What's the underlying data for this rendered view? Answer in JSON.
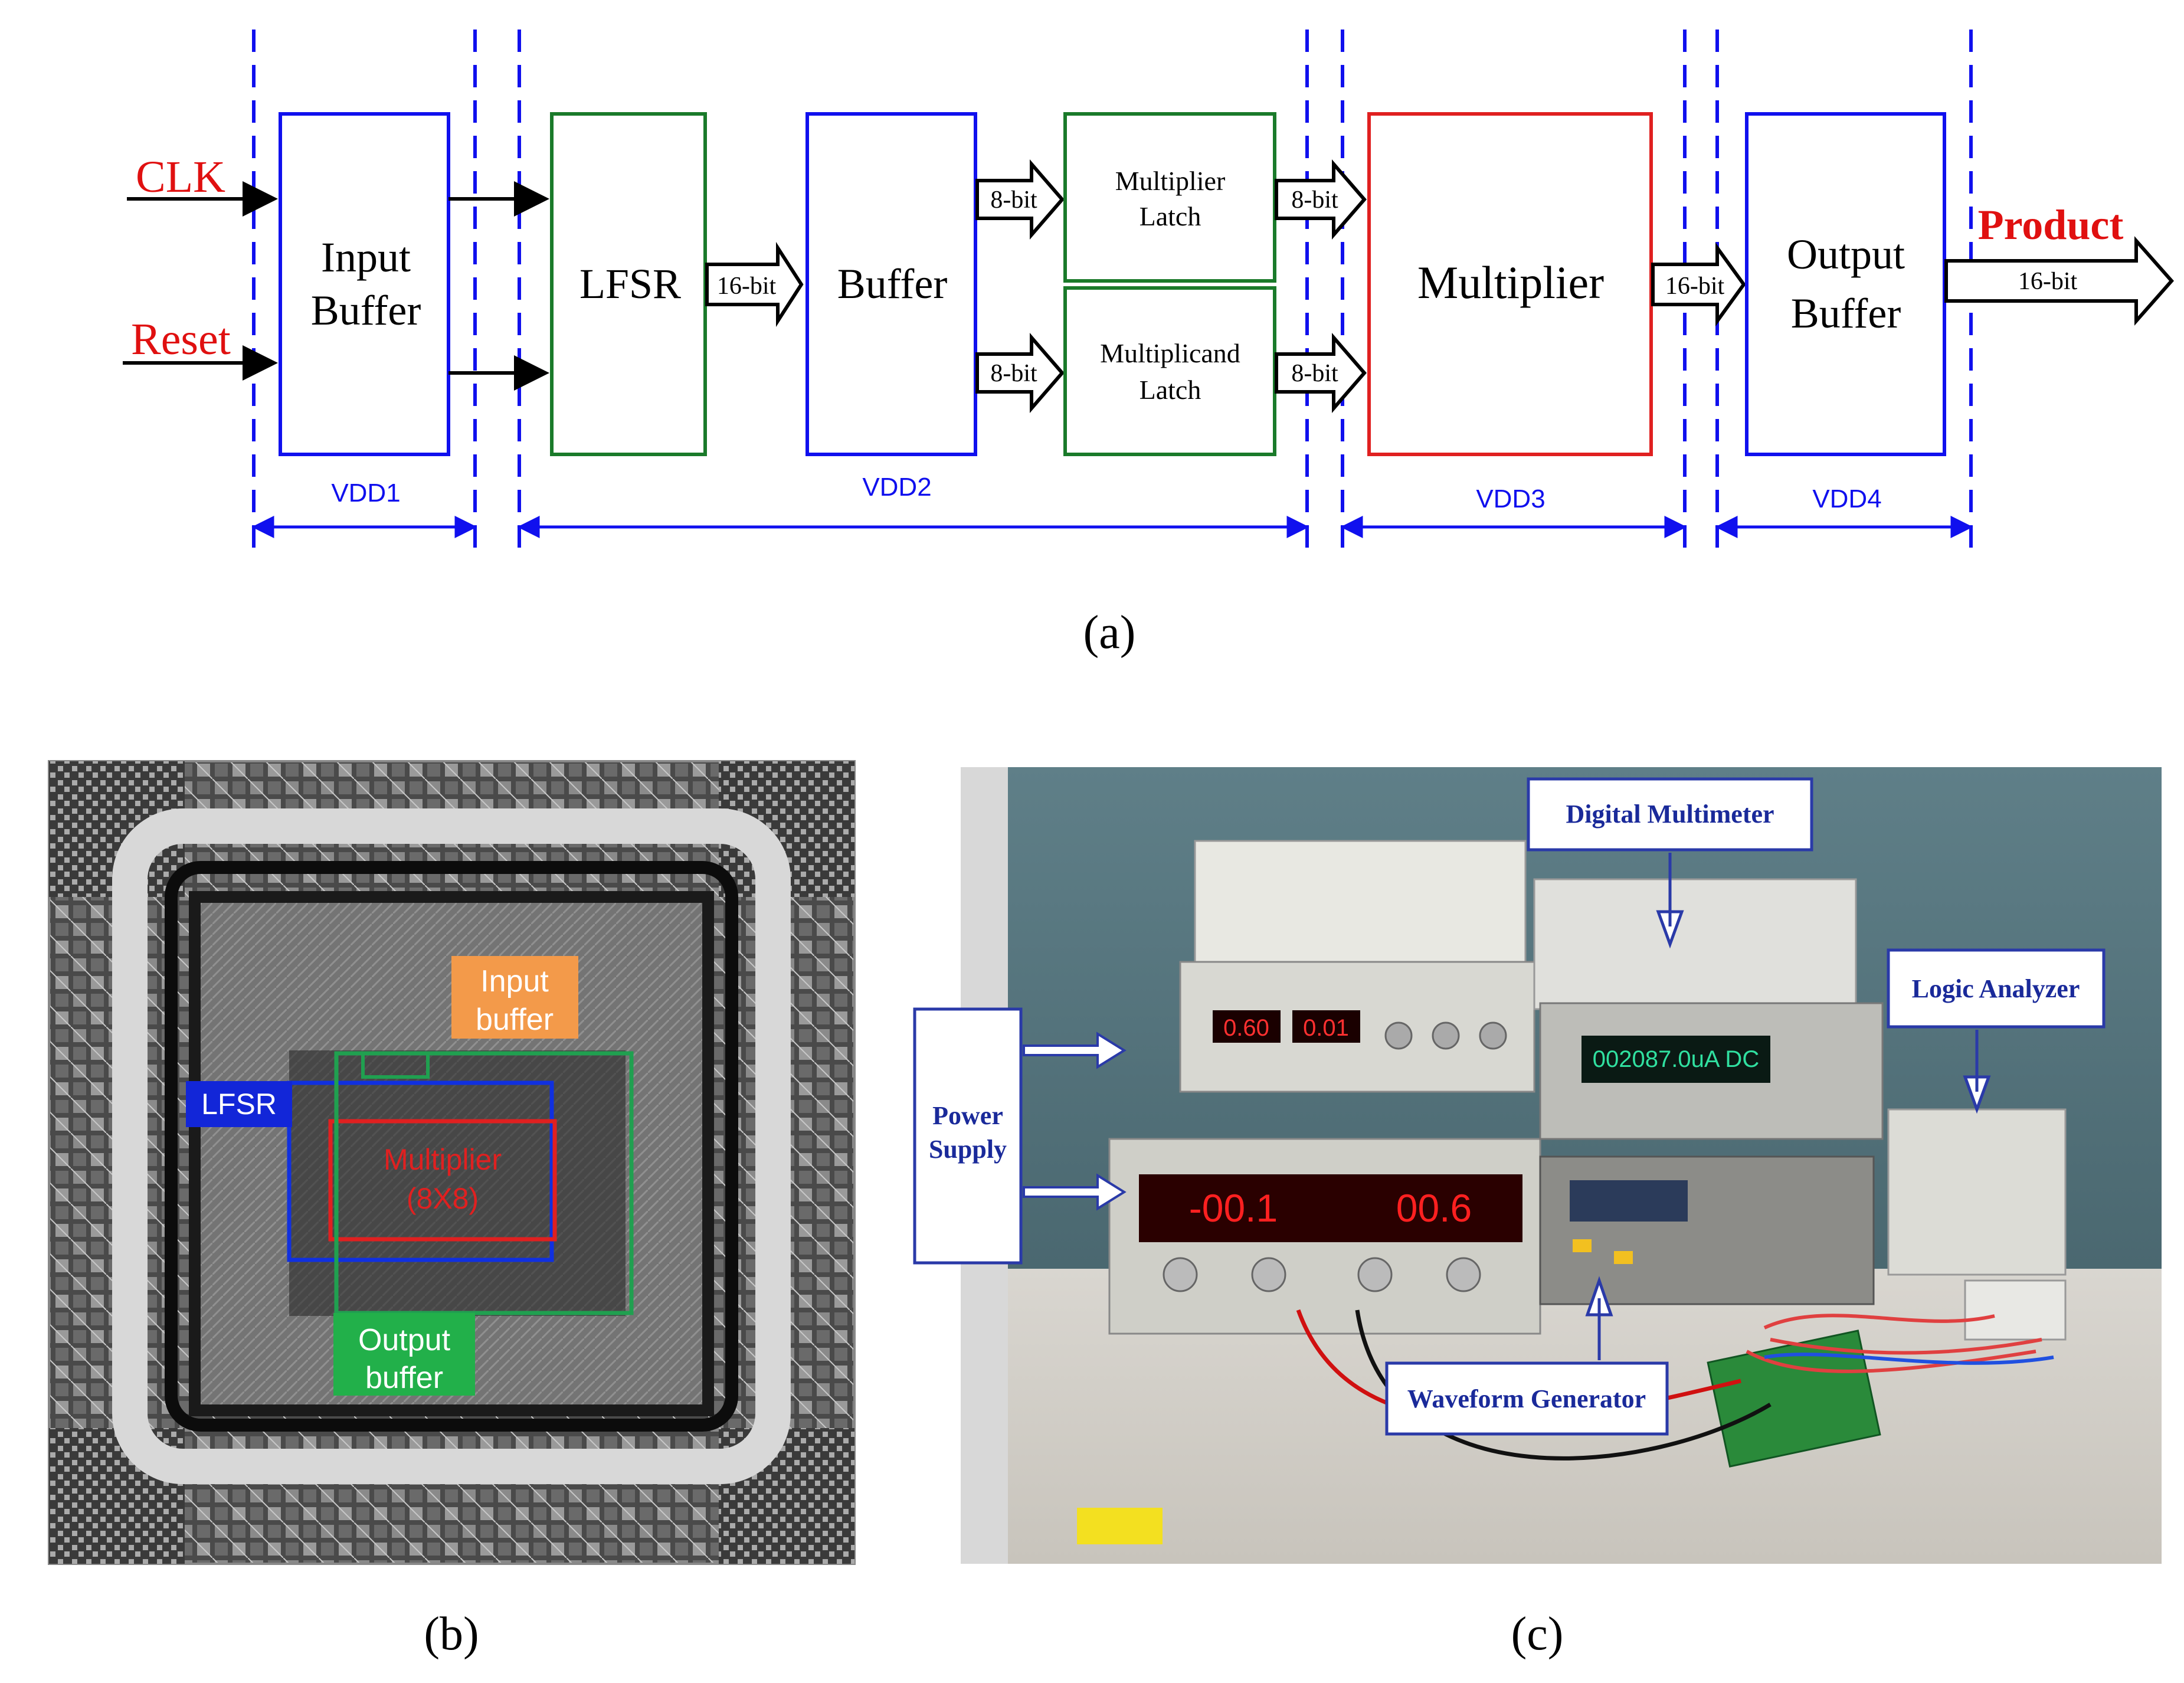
{
  "panel_a": {
    "inputs": {
      "clk": "CLK",
      "reset": "Reset"
    },
    "blocks": {
      "input_buffer": [
        "Input",
        "Buffer"
      ],
      "lfsr": "LFSR",
      "buffer": "Buffer",
      "multiplier_latch": [
        "Multiplier",
        "Latch"
      ],
      "multiplicand_latch": [
        "Multiplicand",
        "Latch"
      ],
      "multiplier": "Multiplier",
      "output_buffer": [
        "Output",
        "Buffer"
      ]
    },
    "bus_labels": {
      "lfsr_to_buffer": "16-bit",
      "buffer_to_mult_latch": "8-bit",
      "buffer_to_mcand_latch": "8-bit",
      "mult_latch_to_multiplier": "8-bit",
      "mcand_latch_to_multiplier": "8-bit",
      "multiplier_to_output": "16-bit",
      "product_bus": "16-bit"
    },
    "output": "Product",
    "domains": [
      "VDD1",
      "VDD2",
      "VDD3",
      "VDD4"
    ],
    "caption": "(a)"
  },
  "panel_b": {
    "labels": {
      "input_buffer": [
        "Input",
        "buffer"
      ],
      "lfsr": "LFSR",
      "multiplier": [
        "Multiplier",
        "(8X8)"
      ],
      "output_buffer": [
        "Output",
        "buffer"
      ]
    },
    "caption": "(b)"
  },
  "panel_c": {
    "labels": {
      "digital_multimeter": "Digital Multimeter",
      "logic_analyzer": "Logic Analyzer",
      "power_supply": [
        "Power",
        "Supply"
      ],
      "waveform_generator": "Waveform Generator"
    },
    "displays": {
      "psu_top": [
        "0.60",
        "0.01"
      ],
      "psu_bottom": [
        "-00.1",
        "00.6"
      ],
      "multimeter": "002087.0uA DC"
    },
    "caption": "(c)"
  },
  "colors": {
    "blue_line": "#1010ee",
    "red_text": "#e01010",
    "green_block": "#1a7a2a",
    "multiplier_border": "#e02020",
    "label_box_border": "#2a3aa8",
    "label_text": "#1a2a9a"
  }
}
